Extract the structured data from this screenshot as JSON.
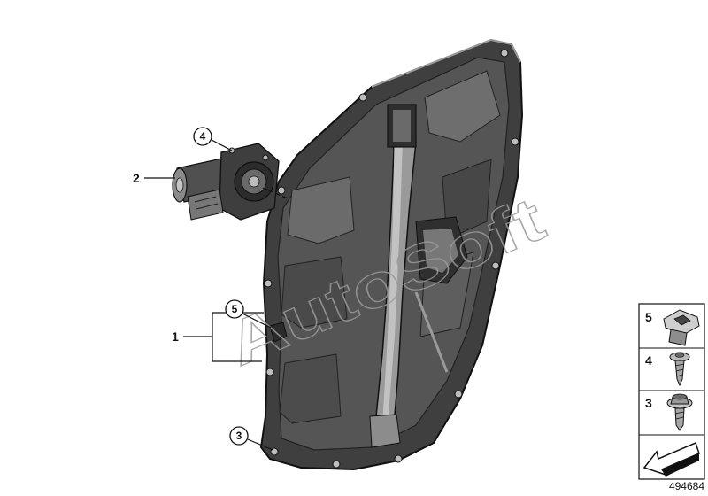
{
  "watermark": "AutoSoft",
  "reference_number": "494684",
  "callouts": {
    "part_1": "1",
    "part_2": "2",
    "circle_3": "3",
    "circle_4": "4",
    "circle_5": "5"
  },
  "legend": {
    "items": [
      {
        "number": "5",
        "icon": "clip-nut-icon"
      },
      {
        "number": "4",
        "icon": "screw-icon"
      },
      {
        "number": "3",
        "icon": "flange-screw-icon"
      }
    ],
    "arrow_icon": "direction-arrow-icon"
  },
  "colors": {
    "panel_dark": "#3c3c3c",
    "panel_mid": "#5a5a5a",
    "panel_light": "#8a8a8a",
    "line": "#111111",
    "watermark": "#9a9a9a"
  }
}
